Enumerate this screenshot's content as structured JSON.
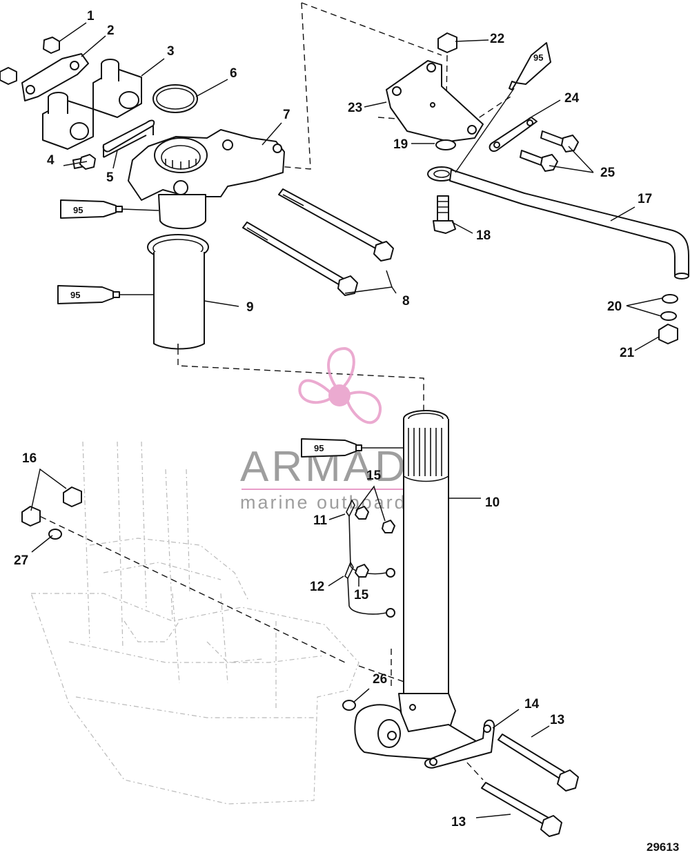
{
  "figure_number": "29613",
  "watermark": {
    "name": "ARMADA",
    "tagline": "marine outboards",
    "color": "#e89cc8"
  },
  "sealant_label": "95",
  "callouts": [
    "1",
    "2",
    "3",
    "4",
    "5",
    "6",
    "7",
    "8",
    "9",
    "10",
    "11",
    "12",
    "13",
    "13",
    "14",
    "15",
    "15",
    "16",
    "17",
    "18",
    "19",
    "20",
    "21",
    "22",
    "23",
    "24",
    "25",
    "26",
    "27"
  ]
}
